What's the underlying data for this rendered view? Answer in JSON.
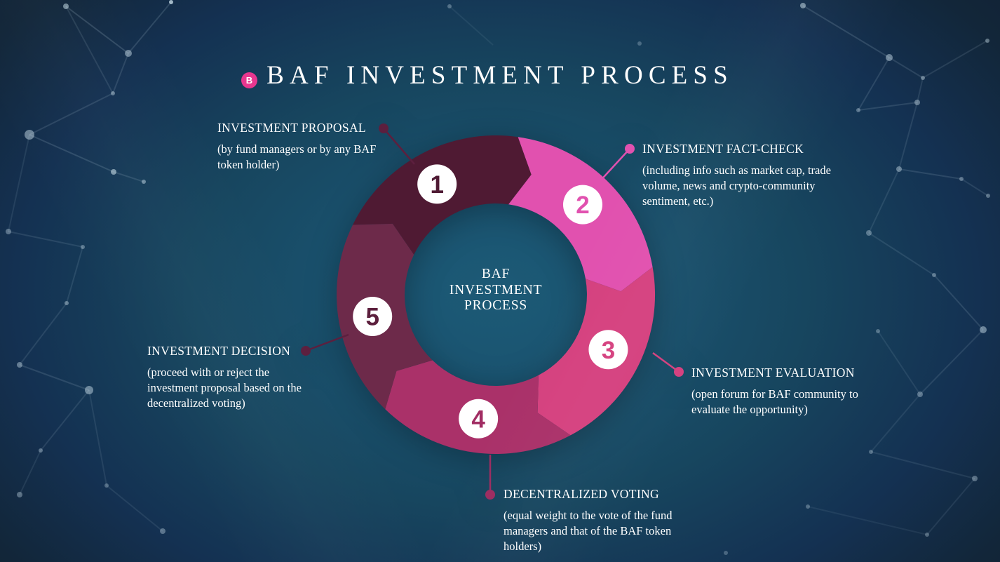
{
  "header": {
    "logo_letter": "B",
    "title": "BAF INVESTMENT PROCESS"
  },
  "diagram": {
    "center_label_lines": [
      "BAF",
      "INVESTMENT",
      "PROCESS"
    ],
    "steps": [
      {
        "number": "1",
        "title": "INVESTMENT PROPOSAL",
        "description": "(by fund managers or by any BAF token holder)",
        "segment_color": "#4f1a33",
        "number_color": "#4f1a33",
        "connector_color": "#5c1f3e"
      },
      {
        "number": "2",
        "title": "INVESTMENT FACT-CHECK",
        "description": "(including info such as market cap, trade volume, news and crypto-community sentiment, etc.)",
        "segment_color": "#e151af",
        "number_color": "#e151af",
        "connector_color": "#e151af"
      },
      {
        "number": "3",
        "title": "INVESTMENT EVALUATION",
        "description": "(open forum for BAF community to evaluate the opportunity)",
        "segment_color": "#d5417f",
        "number_color": "#d5417f",
        "connector_color": "#d5417f"
      },
      {
        "number": "4",
        "title": "DECENTRALIZED VOTING",
        "description": "(equal weight to the vote of the fund managers and that of the BAF token holders)",
        "segment_color": "#aa3169",
        "number_color": "#a12d63",
        "connector_color": "#9c2c60"
      },
      {
        "number": "5",
        "title": "INVESTMENT DECISION",
        "description": "(proceed with or reject the investment proposal based on the decentralized voting)",
        "segment_color": "#6d2a4a",
        "number_color": "#5c1f3d",
        "connector_color": "#5c1f3e"
      }
    ]
  },
  "colors": {
    "background_center": "#1b5873",
    "background_edge": "#122639",
    "accent_pink": "#e8378f",
    "text": "#ffffff"
  }
}
